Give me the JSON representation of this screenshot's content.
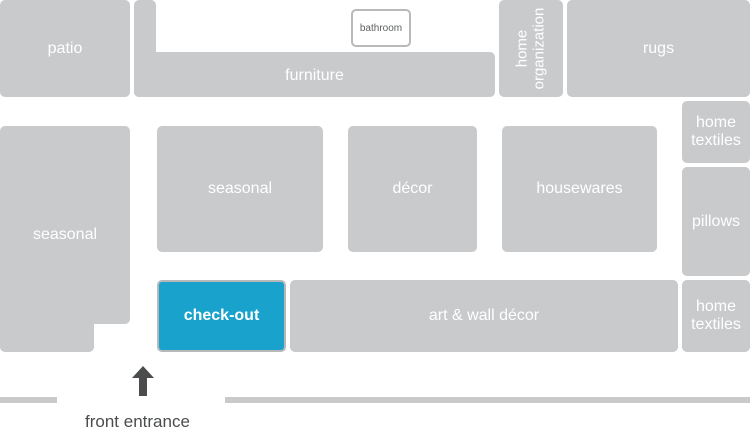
{
  "map": {
    "sections": {
      "patio": "patio",
      "furniture": "furniture",
      "bathroom": "bathroom",
      "home_organization_line1": "home",
      "home_organization_line2": "organization",
      "rugs": "rugs",
      "home_textiles_top_line1": "home",
      "home_textiles_top_line2": "textiles",
      "seasonal_left": "seasonal",
      "seasonal_center": "seasonal",
      "decor": "décor",
      "housewares": "housewares",
      "pillows": "pillows",
      "checkout": "check-out",
      "art_wall_decor": "art & wall décor",
      "home_textiles_bottom_line1": "home",
      "home_textiles_bottom_line2": "textiles"
    },
    "entrance_label": "front entrance"
  },
  "colors": {
    "block": "#c8cacc",
    "checkout_highlight": "#19a2cc",
    "text_dark": "#4a4c4e"
  }
}
